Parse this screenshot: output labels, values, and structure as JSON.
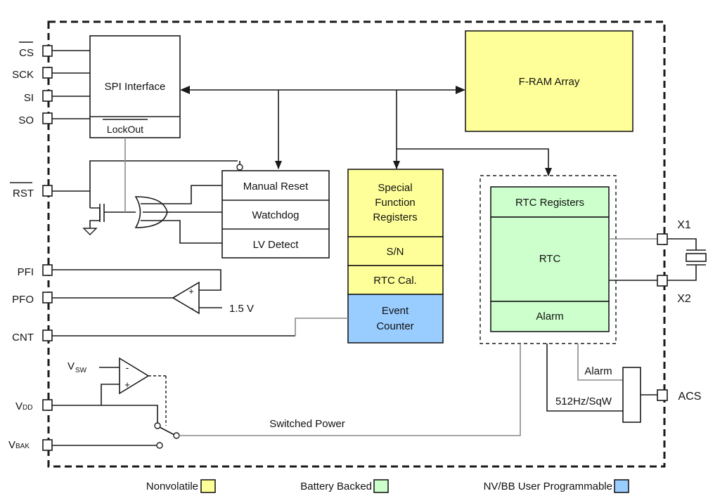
{
  "pins_left": {
    "cs": "CS",
    "sck": "SCK",
    "si": "SI",
    "so": "SO",
    "rst": "RST",
    "pfi": "PFI",
    "pfo": "PFO",
    "cnt": "CNT",
    "vdd_main": "V",
    "vdd_sub": "DD",
    "vbak_main": "V",
    "vbak_sub": "BAK"
  },
  "pins_right": {
    "x1": "X1",
    "x2": "X2",
    "acs": "ACS"
  },
  "blocks": {
    "spi": "SPI Interface",
    "lockout": "LockOut",
    "fram": "F-RAM Array",
    "manual_reset": "Manual Reset",
    "watchdog": "Watchdog",
    "lv_detect": "LV Detect",
    "sfr_line1": "Special",
    "sfr_line2": "Function",
    "sfr_line3": "Registers",
    "sn": "S/N",
    "rtc_cal": "RTC Cal.",
    "event_line1": "Event",
    "event_line2": "Counter",
    "rtc_registers": "RTC Registers",
    "rtc": "RTC",
    "alarm": "Alarm"
  },
  "signals": {
    "ref_voltage": "1.5 V",
    "vsw_main": "V",
    "vsw_sub": "SW",
    "switched_power": "Switched Power",
    "alarm": "Alarm",
    "sqw": "512Hz/SqW",
    "comp_plus": "+",
    "comp_minus": "-"
  },
  "legend": [
    {
      "label": "Nonvolatile",
      "color": "#ffff99"
    },
    {
      "label": "Battery Backed",
      "color": "#ccffcc"
    },
    {
      "label": "NV/BB User Programmable",
      "color": "#99ccff"
    }
  ],
  "colors": {
    "nonvolatile": "#ffff99",
    "battery_backed": "#ccffcc",
    "user_programmable": "#99ccff"
  }
}
